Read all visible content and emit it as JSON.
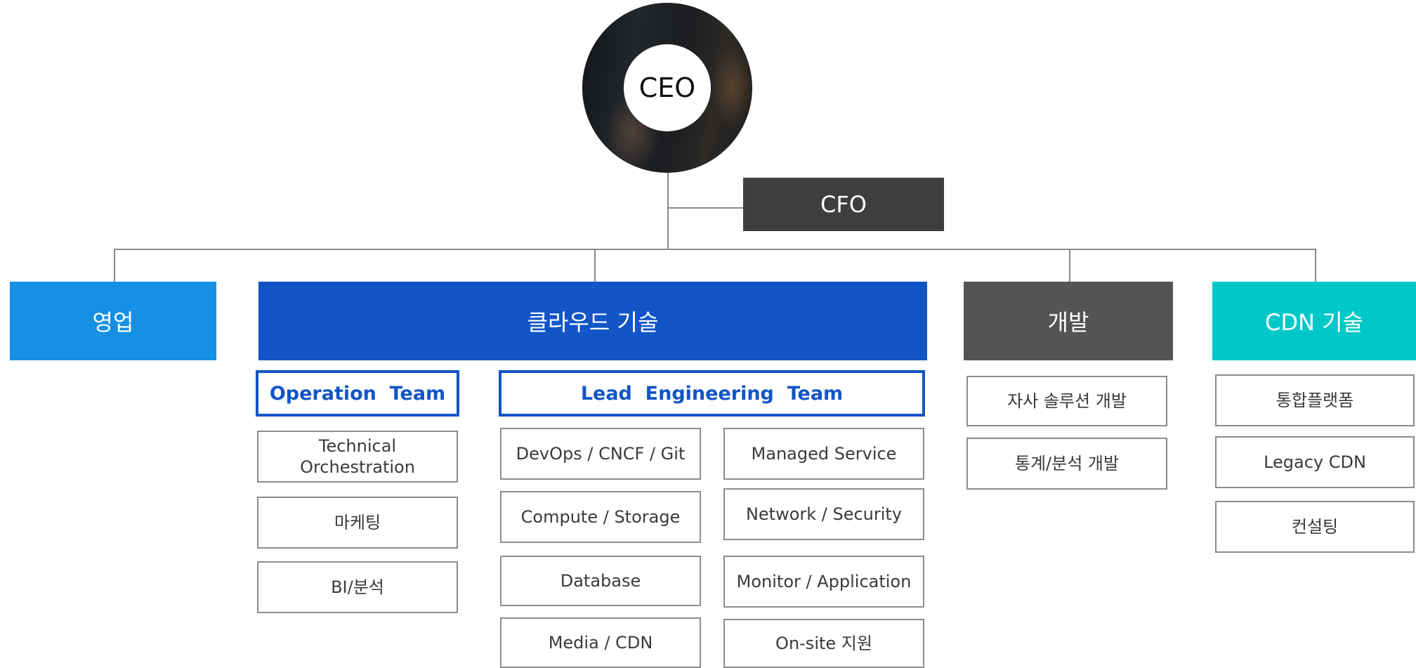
{
  "ceo": {
    "label": "CEO"
  },
  "cfo": {
    "label": "CFO"
  },
  "departments": {
    "sales": {
      "label": "영업"
    },
    "cloud": {
      "label": "클라우드 기술",
      "operation_team": {
        "label": "Operation  Team",
        "items": [
          "Technical Orchestration",
          "마케팅",
          "BI/분석"
        ]
      },
      "lead_engineering_team": {
        "label": "Lead  Engineering  Team",
        "left_items": [
          "DevOps / CNCF / Git",
          "Compute / Storage",
          "Database",
          "Media / CDN"
        ],
        "right_items": [
          "Managed Service",
          "Network / Security",
          "Monitor / Application",
          "On-site 지원"
        ]
      }
    },
    "dev": {
      "label": "개발",
      "items": [
        "자사 솔루션 개발",
        "통계/분석 개발"
      ]
    },
    "cdn": {
      "label": "CDN 기술",
      "items": [
        "통합플랫폼",
        "Legacy CDN",
        "컨설팅"
      ]
    }
  },
  "colors": {
    "sales": "#1490e4",
    "cloud": "#1155c6",
    "dev": "#545454",
    "cdn": "#00c8c8",
    "cfo": "#3d3e3e"
  }
}
